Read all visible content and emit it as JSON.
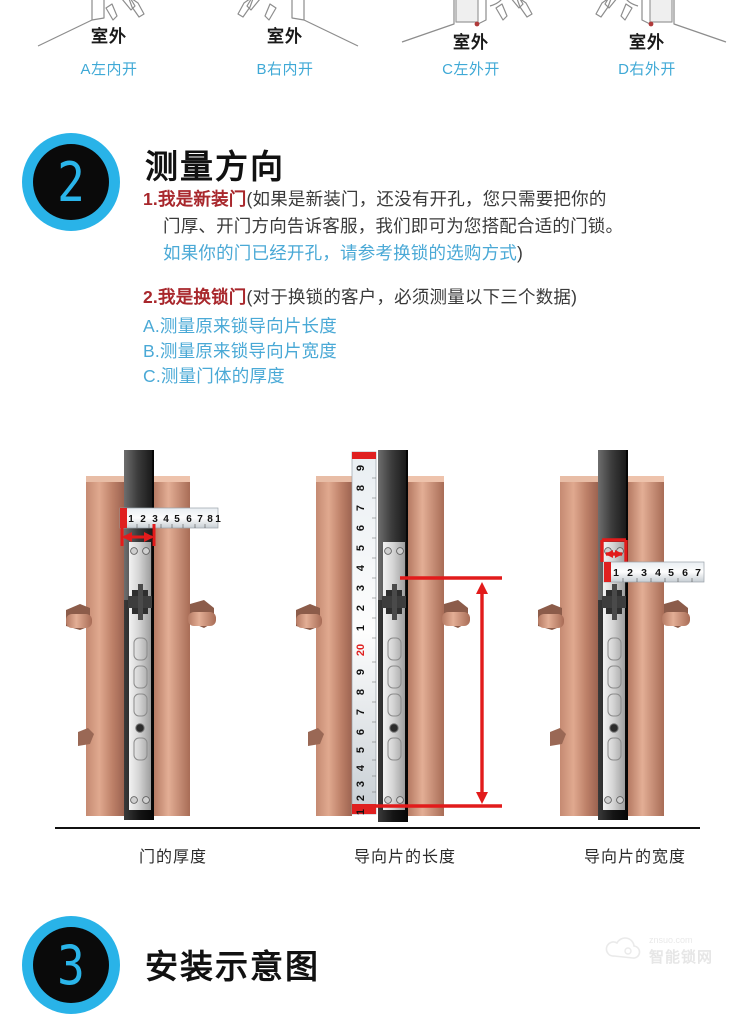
{
  "door_directions": {
    "indoor_label": "室外",
    "items": [
      {
        "label": "A左内开",
        "art": "door-left-inswing"
      },
      {
        "label": "B右内开",
        "art": "door-right-inswing"
      },
      {
        "label": "C左外开",
        "art": "door-left-outswing"
      },
      {
        "label": "D右外开",
        "art": "door-right-outswing"
      }
    ]
  },
  "section2": {
    "number": "2",
    "title": "测量方向",
    "item1": {
      "index": "1.",
      "lead": "我是新装门",
      "body_open": "(如果是新装门，还没有开孔，您只需要把你的",
      "body_line2": "门厚、开门方向告诉客服，我们即可为您搭配合适的门锁。",
      "body_line3_blue": "如果你的门已经开孔，请参考换锁的选购方式",
      "body_close": ")"
    },
    "item2": {
      "index": "2.",
      "lead": "我是换锁门",
      "body": "(对于换锁的客户，必须测量以下三个数据)",
      "sub_items": [
        "A.测量原来锁导向片长度",
        "B.测量原来锁导向片宽度",
        "C.测量门体的厚度"
      ]
    }
  },
  "photos": [
    {
      "caption": "门的厚度",
      "tape_orientation": "horizontal",
      "tape_marks": [
        "1",
        "2",
        "3",
        "4",
        "5",
        "6",
        "7",
        "8",
        "1"
      ],
      "measure_arrow": "horizontal-double-arrow"
    },
    {
      "caption": "导向片的长度",
      "tape_orientation": "vertical",
      "tape_marks": [
        "9",
        "8",
        "7",
        "6",
        "5",
        "4",
        "3",
        "2",
        "1",
        "20",
        "9",
        "8",
        "7",
        "6",
        "5",
        "4",
        "3",
        "2",
        "1"
      ],
      "tape_red_marks": [
        "20",
        "1"
      ],
      "measure_arrow": "vertical-double-arrow"
    },
    {
      "caption": "导向片的宽度",
      "tape_orientation": "horizontal",
      "tape_marks": [
        "1",
        "2",
        "3",
        "4",
        "5",
        "6",
        "7"
      ],
      "measure_arrow": "short-horizontal-bracket"
    }
  ],
  "section3": {
    "number": "3",
    "title": "安装示意图"
  },
  "watermark": {
    "brand": "智能锁网",
    "sub": "znsuo.com"
  },
  "colors": {
    "accent_cyan": "#29b3e8",
    "heading_dark": "#111111",
    "lead_red": "#a8272c",
    "link_blue": "#4aa9d6",
    "body_gray": "#3a3a3a",
    "measure_red": "#e21b1b"
  }
}
